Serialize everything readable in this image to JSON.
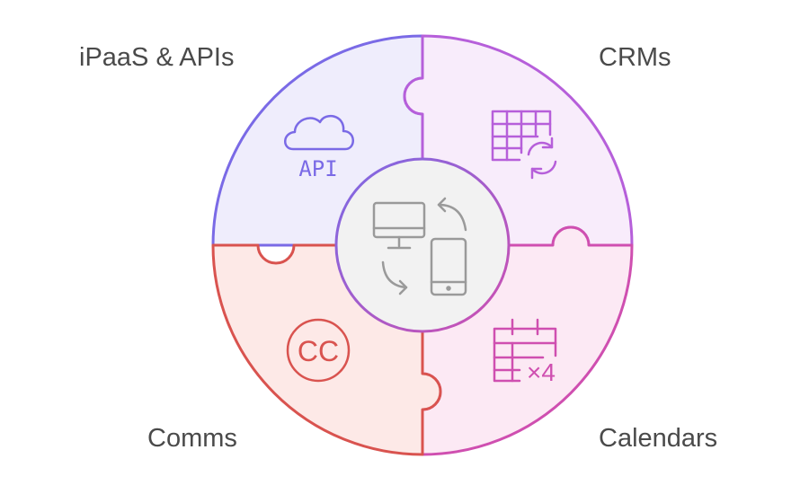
{
  "segments": {
    "top_left": {
      "label": "iPaaS & APIs",
      "icon": "cloud-api-icon",
      "icon_text": "API",
      "stroke": "#7a6ae6",
      "fill": "#efedfc"
    },
    "top_right": {
      "label": "CRMs",
      "icon": "table-refresh-icon",
      "stroke": "#b65fda",
      "fill": "#f8ecfb"
    },
    "bottom_left": {
      "label": "Comms",
      "icon": "closed-caption-icon",
      "icon_text": "CC",
      "stroke": "#d9534f",
      "fill": "#fde9e7"
    },
    "bottom_right": {
      "label": "Calendars",
      "icon": "calendar-multiply-icon",
      "icon_text": "×4",
      "stroke": "#cf4fb0",
      "fill": "#fce9f4"
    }
  },
  "center": {
    "icon": "device-sync-icon",
    "stroke": "#9a9a9a",
    "fill": "#f2f2f2"
  }
}
